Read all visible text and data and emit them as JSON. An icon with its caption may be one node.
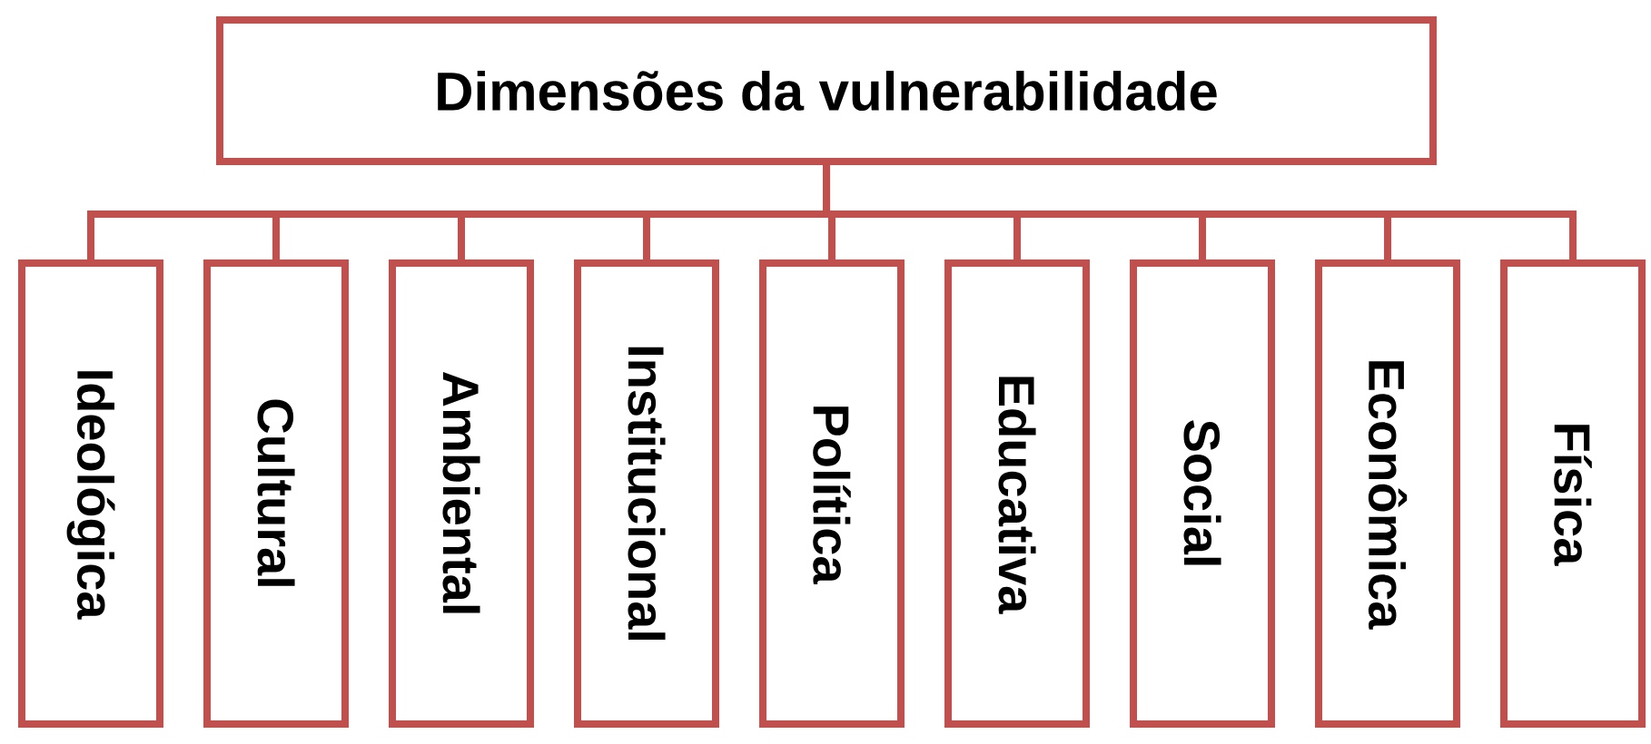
{
  "diagram": {
    "nodes": [
      {
        "text": [
          "Dimensões da vulnerabilidade"
        ]
      },
      {
        "text": [
          "Ideológica"
        ]
      },
      {
        "text": [
          "Cultural"
        ]
      },
      {
        "text": [
          "Ambiental"
        ]
      },
      {
        "text": [
          "Institucional"
        ]
      },
      {
        "text": [
          "Política"
        ]
      },
      {
        "text": [
          "Educativa"
        ]
      },
      {
        "text": [
          "Social"
        ]
      },
      {
        "text": [
          "Econômica"
        ]
      },
      {
        "text": [
          "Física"
        ]
      }
    ],
    "edges": [
      {
        "from": 0,
        "to": 1,
        "arrow": "none"
      },
      {
        "from": 0,
        "to": 2,
        "arrow": "none"
      },
      {
        "from": 0,
        "to": 3,
        "arrow": "none"
      },
      {
        "from": 0,
        "to": 4,
        "arrow": "none"
      },
      {
        "from": 0,
        "to": 5,
        "arrow": "none"
      },
      {
        "from": 0,
        "to": 6,
        "arrow": "none"
      },
      {
        "from": 0,
        "to": 7,
        "arrow": "none"
      },
      {
        "from": 0,
        "to": 8,
        "arrow": "none"
      },
      {
        "from": 0,
        "to": 9,
        "arrow": "none"
      }
    ]
  }
}
